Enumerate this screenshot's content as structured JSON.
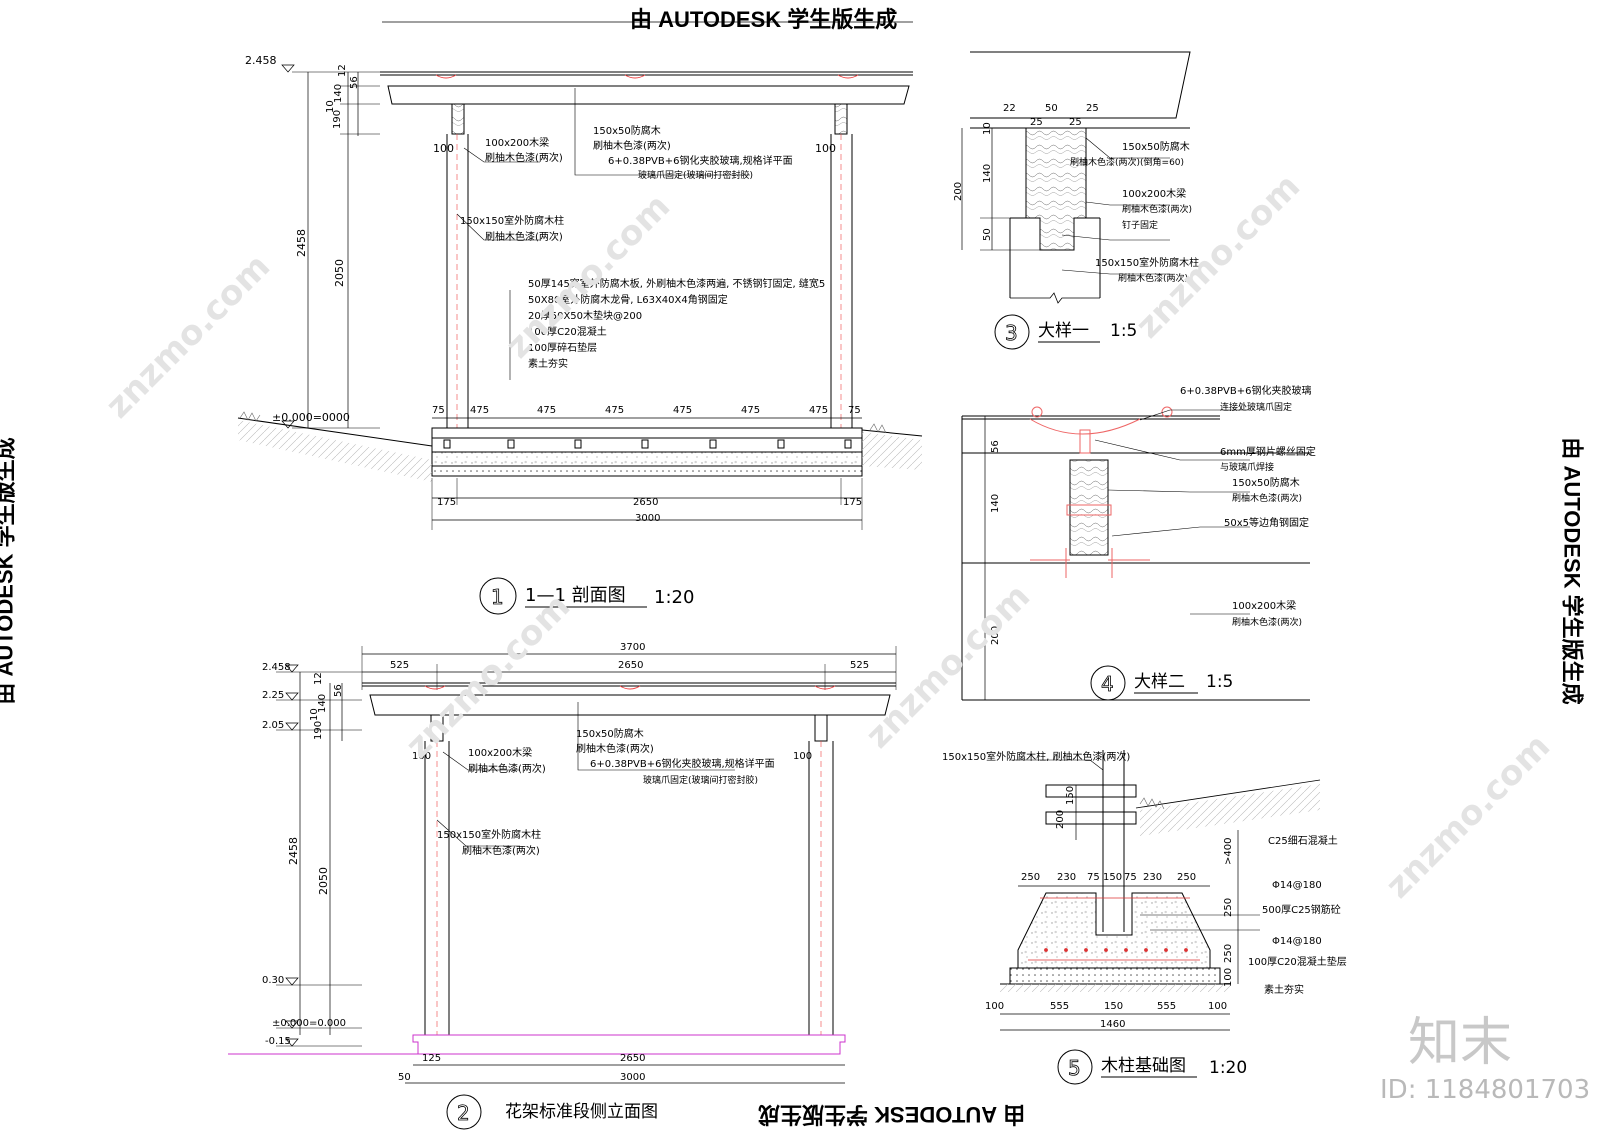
{
  "watermark": {
    "stamp": "由 AUTODESK 学生版生成",
    "site": "znzmo.com",
    "brand": "知末",
    "id_label": "ID: 1184801703"
  },
  "section1": {
    "title": "1—1 剖面图",
    "num": "1",
    "scale": "1:20",
    "level_top": "2.458",
    "level_zero": "±0.000=0000",
    "dims_left": [
      "12",
      "56",
      "140",
      "10",
      "190",
      "2050",
      "2458"
    ],
    "dims_post": [
      "100",
      "100"
    ],
    "dims_top_row": [
      "75",
      "475",
      "475",
      "475",
      "475",
      "475",
      "475",
      "75"
    ],
    "dims_bottom_row": [
      "175",
      "2650",
      "175"
    ],
    "dim_total": "3000",
    "labels": {
      "glass": [
        "150x50防腐木",
        "刷柚木色漆(两次)",
        "6+0.38PVB+6钢化夹胶玻璃,规格详平面",
        "玻璃爪固定(玻璃间打密封胶)"
      ],
      "beam": [
        "100x200木梁",
        "刷柚木色漆(两次)"
      ],
      "post": [
        "150x150室外防腐木柱",
        "刷柚木色漆(两次)"
      ],
      "floor": [
        "50厚145宽室外防腐木板, 外刷柚木色漆两遍, 不锈钢钉固定, 缝宽5",
        "50X80室外防腐木龙骨, L63X40X4角钢固定",
        "20厚50X50木垫块@200",
        "100厚C20混凝土",
        "100厚碎石垫层",
        "素土夯实"
      ]
    }
  },
  "section2": {
    "title": "花架标准段侧立面图",
    "num": "2",
    "levels": [
      "2.458",
      "2.25",
      "2.05",
      "0.30",
      "±0.000=0.000",
      "-0.15"
    ],
    "dims_top": [
      "3700",
      "525",
      "2650",
      "525"
    ],
    "dims_left": [
      "12",
      "56",
      "140",
      "10",
      "190",
      "2050",
      "2458"
    ],
    "dims_post": [
      "100",
      "100"
    ],
    "dims_bottom": [
      "125",
      "2650",
      "50",
      "3000"
    ],
    "labels": {
      "beam": [
        "100x200木梁",
        "刷柚木色漆(两次)"
      ],
      "glass": [
        "150x50防腐木",
        "刷柚木色漆(两次)",
        "6+0.38PVB+6钢化夹胶玻璃,规格详平面",
        "玻璃爪固定(玻璃间打密封胶)"
      ],
      "post": [
        "150x150室外防腐木柱",
        "刷柚木色漆(两次)"
      ]
    }
  },
  "detail3": {
    "title": "大样一",
    "num": "3",
    "scale": "1:5",
    "dims_top": [
      "22",
      "50",
      "25",
      "25",
      "25"
    ],
    "dims_left": [
      "10",
      "140",
      "50",
      "200"
    ],
    "labels": [
      "150x50防腐木",
      "刷柚木色漆(两次)(倒角=60)",
      "100x200木梁",
      "刷柚木色漆(两次)",
      "钉子固定",
      "150x150室外防腐木柱",
      "刷柚木色漆(两次)"
    ]
  },
  "detail4": {
    "title": "大样二",
    "num": "4",
    "scale": "1:5",
    "dims_left": [
      "56",
      "140",
      "200"
    ],
    "labels": [
      "6+0.38PVB+6钢化夹胶玻璃",
      "连接处玻璃爪固定",
      "6mm厚钢片螺丝固定",
      "与玻璃爪焊接",
      "150x50防腐木",
      "刷柚木色漆(两次)",
      "50x5等边角钢固定",
      "100x200木梁",
      "刷柚木色漆(两次)"
    ]
  },
  "detail5": {
    "title": "木柱基础图",
    "num": "5",
    "scale": "1:20",
    "top_label": "150x150室外防腐木柱, 刷柚木色漆(两次)",
    "dims_top": [
      "250",
      "230",
      "75",
      "150",
      "75",
      "230",
      "250"
    ],
    "dims_side": [
      "150",
      "200"
    ],
    "dims_right": [
      ">400",
      "250",
      "250",
      "100"
    ],
    "dims_bottom": [
      "100",
      "555",
      "150",
      "555",
      "100"
    ],
    "dim_total": "1460",
    "labels": [
      "C25细石混凝土",
      "Φ14@180",
      "500厚C25钢筋砼",
      "Φ14@180",
      "100厚C20混凝土垫层",
      "素土夯实"
    ]
  }
}
